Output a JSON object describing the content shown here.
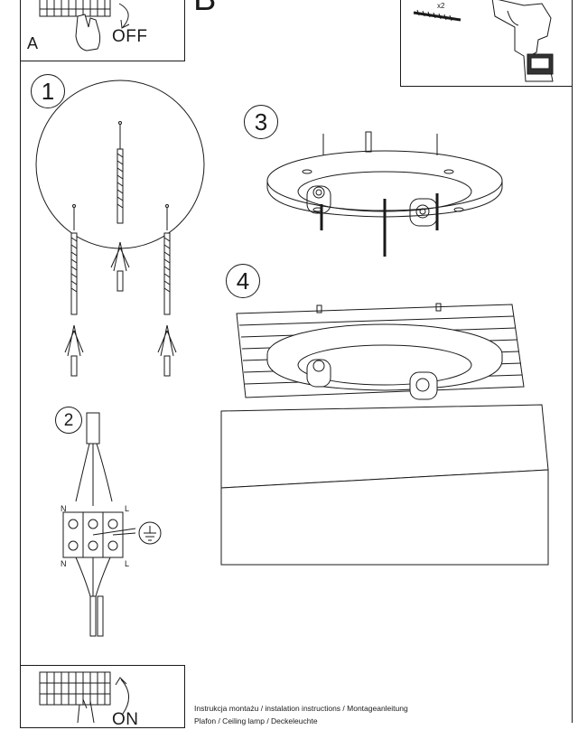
{
  "panel_a": {
    "letter": "A",
    "switch_label": "OFF"
  },
  "panel_b": {
    "letter": "B",
    "screw_qty": "x2"
  },
  "steps": [
    "1",
    "2",
    "3",
    "4"
  ],
  "wiring": {
    "neutral": "N",
    "live": "L"
  },
  "panel_on": {
    "switch_label": "ON"
  },
  "footer": {
    "line1": "Instrukcja montażu / instalation instructions / Montageanleitung",
    "line2": "Plafon / Ceiling lamp / Deckeleuchte"
  },
  "icons": [
    "breaker-icon",
    "hand-icon",
    "arrow-icon",
    "drill-icon",
    "screw-icon",
    "wall-plug-icon",
    "ground-icon",
    "lamp-base-icon",
    "spotlight-icon",
    "lamp-shade-icon"
  ]
}
